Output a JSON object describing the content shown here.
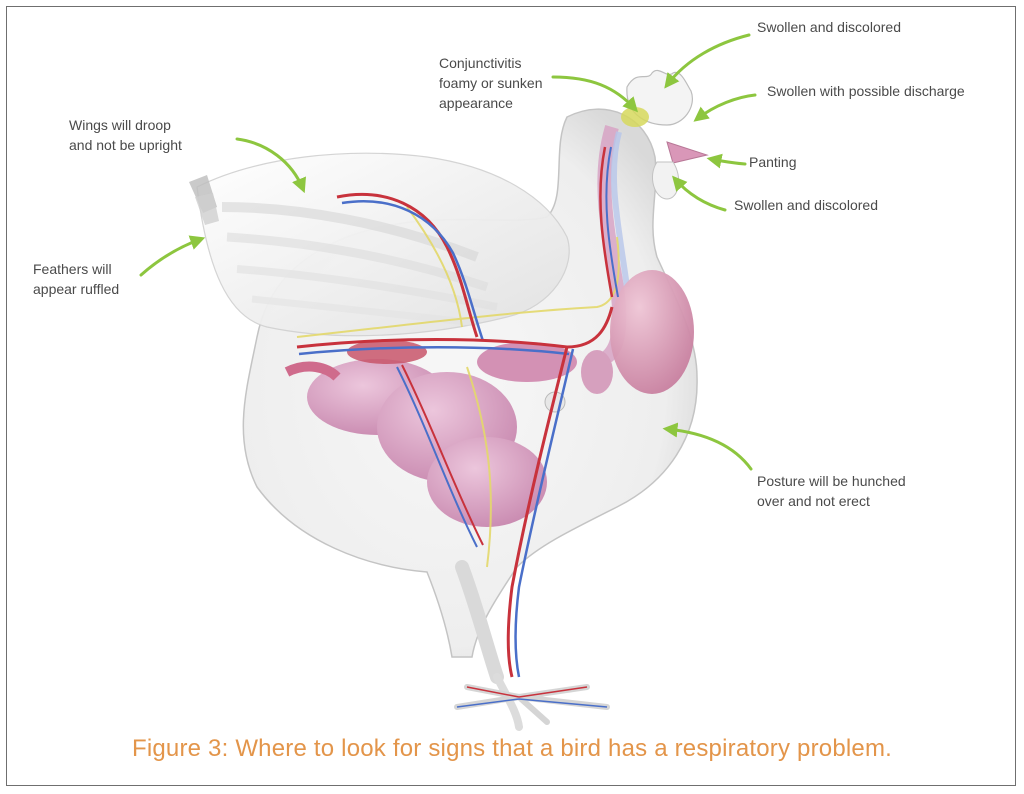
{
  "labels": {
    "comb": "Swollen and discolored",
    "eyes": "Swollen with possible discharge",
    "beak": "Panting",
    "wattles": "Swollen and discolored",
    "conjunctivitis": [
      "Conjunctivitis",
      "foamy or sunken",
      "appearance"
    ],
    "wings": [
      "Wings will droop",
      "and not be upright"
    ],
    "feathers": [
      "Feathers will",
      "appear ruffled"
    ],
    "posture": [
      "Posture will be hunched",
      "over and not erect"
    ]
  },
  "caption": "Figure 3: Where to look for signs that a bird has a respiratory problem.",
  "colors": {
    "arrow": "#8dc63f",
    "caption": "#e3954a",
    "label_text": "#4a4a4a",
    "frame_border": "#6f6f6f",
    "organ_pink": "#d9a3c4",
    "vessel_red": "#c8323c",
    "vessel_blue": "#4a6fc9",
    "nerve_yellow": "#e3d86a"
  }
}
